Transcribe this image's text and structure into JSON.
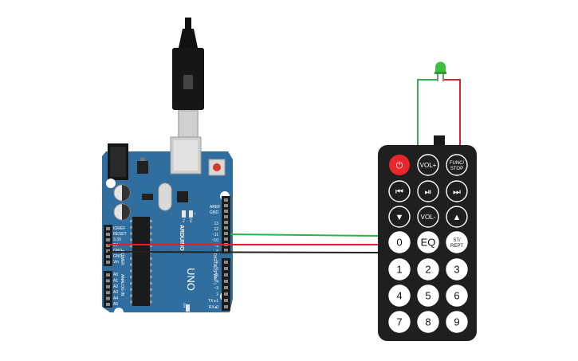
{
  "arduino": {
    "aref": "AREF",
    "gnd": "GND",
    "pins_top": [
      "13",
      "12",
      "~11",
      "~10",
      "~9",
      "8"
    ],
    "pins_bottom": [
      "7",
      "~6",
      "~5",
      "4",
      "~3",
      "2",
      "TX ▸1",
      "RX◂0"
    ],
    "digital_label": "DIGITAL (PWM~)",
    "brand_label": "ARDUINO",
    "model_label": "UNO",
    "power_label": "POWER",
    "analog_label": "ANALOG IN",
    "power_pins": [
      "IOREF",
      "RESET",
      "3.3V",
      "5V",
      "GND",
      "GND",
      "Vin"
    ],
    "analog_pins": [
      "A0",
      "A1",
      "A2",
      "A3",
      "A4",
      "A5"
    ],
    "led_labels": [
      "TX",
      "RX",
      "L"
    ],
    "on_label": "ON"
  },
  "remote": {
    "buttons": [
      {
        "id": "power",
        "label": "⏻"
      },
      {
        "id": "vol-up",
        "label": "VOL+"
      },
      {
        "id": "func-stop",
        "label": "FUNC/\nSTOP"
      },
      {
        "id": "prev",
        "label": "⏮"
      },
      {
        "id": "play-pause",
        "label": "⏯"
      },
      {
        "id": "next",
        "label": "⏭"
      },
      {
        "id": "down",
        "label": "▼"
      },
      {
        "id": "vol-down",
        "label": "VOL-"
      },
      {
        "id": "up",
        "label": "▲"
      },
      {
        "id": "zero",
        "label": "0"
      },
      {
        "id": "eq",
        "label": "EQ"
      },
      {
        "id": "st-rept",
        "label": "ST/\nREPT"
      },
      {
        "id": "one",
        "label": "1"
      },
      {
        "id": "two",
        "label": "2"
      },
      {
        "id": "three",
        "label": "3"
      },
      {
        "id": "four",
        "label": "4"
      },
      {
        "id": "five",
        "label": "5"
      },
      {
        "id": "six",
        "label": "6"
      },
      {
        "id": "seven",
        "label": "7"
      },
      {
        "id": "eight",
        "label": "8"
      },
      {
        "id": "nine",
        "label": "9"
      }
    ]
  },
  "colors": {
    "board": "#2f6e9e",
    "board_dark": "#245a82",
    "wire_green": "#2bb24c",
    "wire_red": "#e0202a",
    "wire_black": "#222222",
    "remote_body": "#1f1f1f",
    "remote_button": "#ffffff",
    "power_button": "#e8262b",
    "led": "#3fbf3f"
  }
}
